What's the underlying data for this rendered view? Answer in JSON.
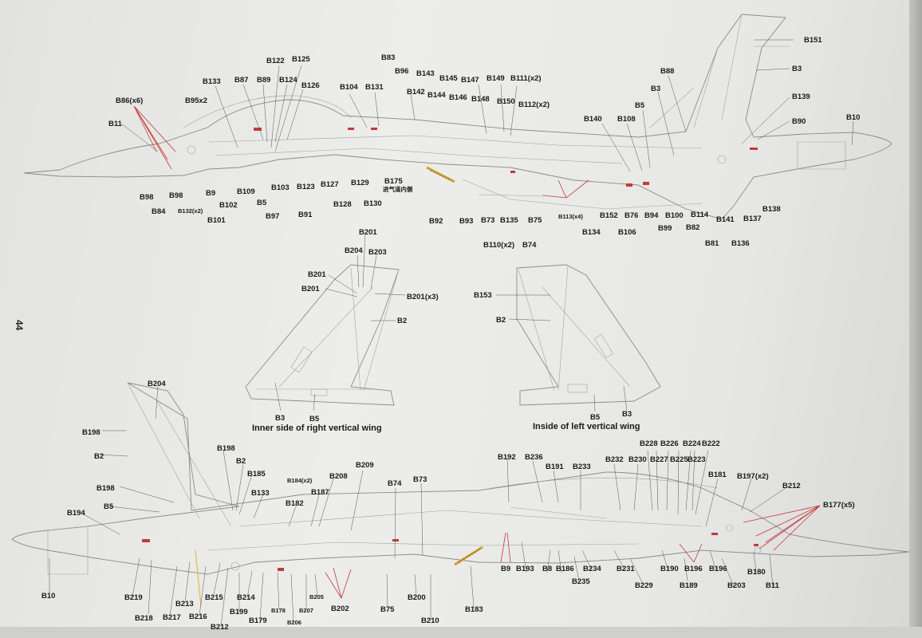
{
  "page_number": "44",
  "captions": {
    "right_fin": "Inner side of right vertical wing",
    "left_fin": "Inside of left vertical wing"
  },
  "colors": {
    "paper": "#e8e8e6",
    "line": "#8b8b8b",
    "text": "#1a1a1a",
    "accent_red": "#c23a3a",
    "accent_yellow": "#d8c040"
  },
  "top_labels": [
    "B151",
    "B3",
    "B139",
    "B90",
    "B10",
    "B88",
    "B3",
    "B5",
    "B108",
    "B140",
    "B83",
    "B96",
    "B143",
    "B145",
    "B147",
    "B149",
    "B111(x2)",
    "B142",
    "B144",
    "B146",
    "B148",
    "B150",
    "B112(x2)",
    "B122",
    "B125",
    "B133",
    "B87",
    "B89",
    "B124",
    "B126",
    "B104",
    "B131",
    "B86(x6)",
    "B95x2",
    "B11",
    "B98",
    "B98",
    "B84",
    "B132(x2)",
    "B9",
    "B109",
    "B102",
    "B5",
    "B101",
    "B97",
    "B103",
    "B123",
    "B91",
    "B127",
    "B129",
    "B175",
    "进气道内侧",
    "B128",
    "B130",
    "B92",
    "B93",
    "B73",
    "B135",
    "B75",
    "B113(x4)",
    "B152",
    "B76",
    "B94",
    "B100",
    "B114",
    "B141",
    "B137",
    "B138",
    "B134",
    "B106",
    "B99",
    "B82",
    "B110(x2)",
    "B74",
    "B81",
    "B136"
  ],
  "right_fin_labels": [
    "B201",
    "B204",
    "B203",
    "B201",
    "B201",
    "B201(x3)",
    "B2",
    "B3",
    "B5"
  ],
  "left_fin_labels": [
    "B153",
    "B2",
    "B5",
    "B3"
  ],
  "bottom_labels": [
    "B204",
    "B198",
    "B2",
    "B198",
    "B2",
    "B185",
    "B198",
    "B5",
    "B133",
    "B194",
    "B184(x2)",
    "B182",
    "B187",
    "B208",
    "B209",
    "B74",
    "B73",
    "B192",
    "B236",
    "B191",
    "B233",
    "B232",
    "B230",
    "B228",
    "B227",
    "B226",
    "B225",
    "B224",
    "B223",
    "B222",
    "B181",
    "B197(x2)",
    "B212",
    "B177(x5)",
    "B10",
    "B219",
    "B218",
    "B217",
    "B213",
    "B216",
    "B215",
    "B212",
    "B214",
    "B199",
    "B179",
    "B178",
    "B206",
    "B207",
    "B205",
    "B202",
    "B75",
    "B200",
    "B210",
    "B183",
    "B9",
    "B193",
    "B8",
    "B186",
    "B234",
    "B235",
    "B231",
    "B229",
    "B190",
    "B189",
    "B196",
    "B196",
    "B203",
    "B180",
    "B11"
  ]
}
